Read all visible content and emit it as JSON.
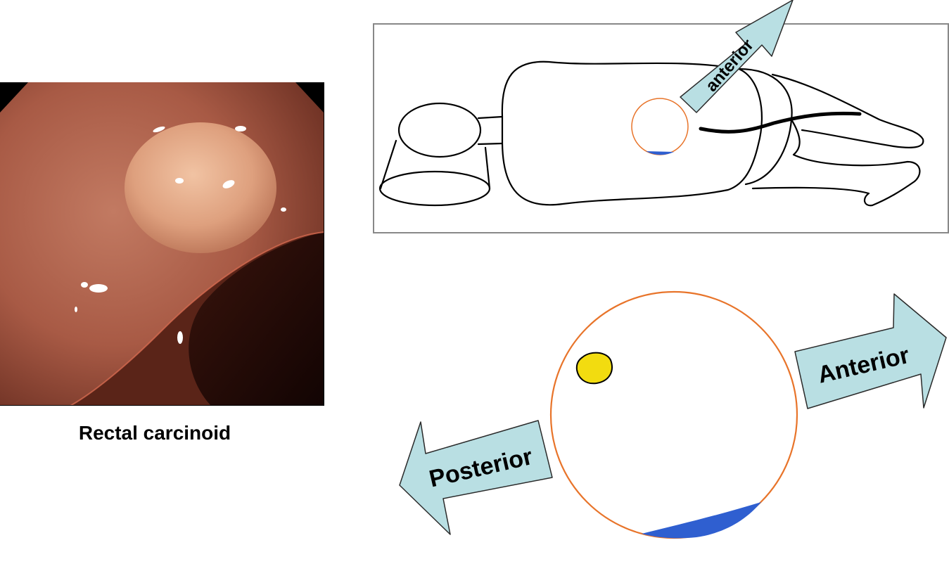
{
  "endoscopy": {
    "caption": "Rectal carcinoid"
  },
  "position_diagram": {
    "arrow_label": "anterior"
  },
  "cross_section": {
    "anterior_label": "Anterior",
    "posterior_label": "Posterior"
  },
  "colors": {
    "ring": "#e8742a",
    "arrow_fill": "#b9dfe3",
    "fluid": "#2f5fd0",
    "lesion": "#f2dc10",
    "mucosa": "#a85a45",
    "lumen": "#1a0805"
  }
}
